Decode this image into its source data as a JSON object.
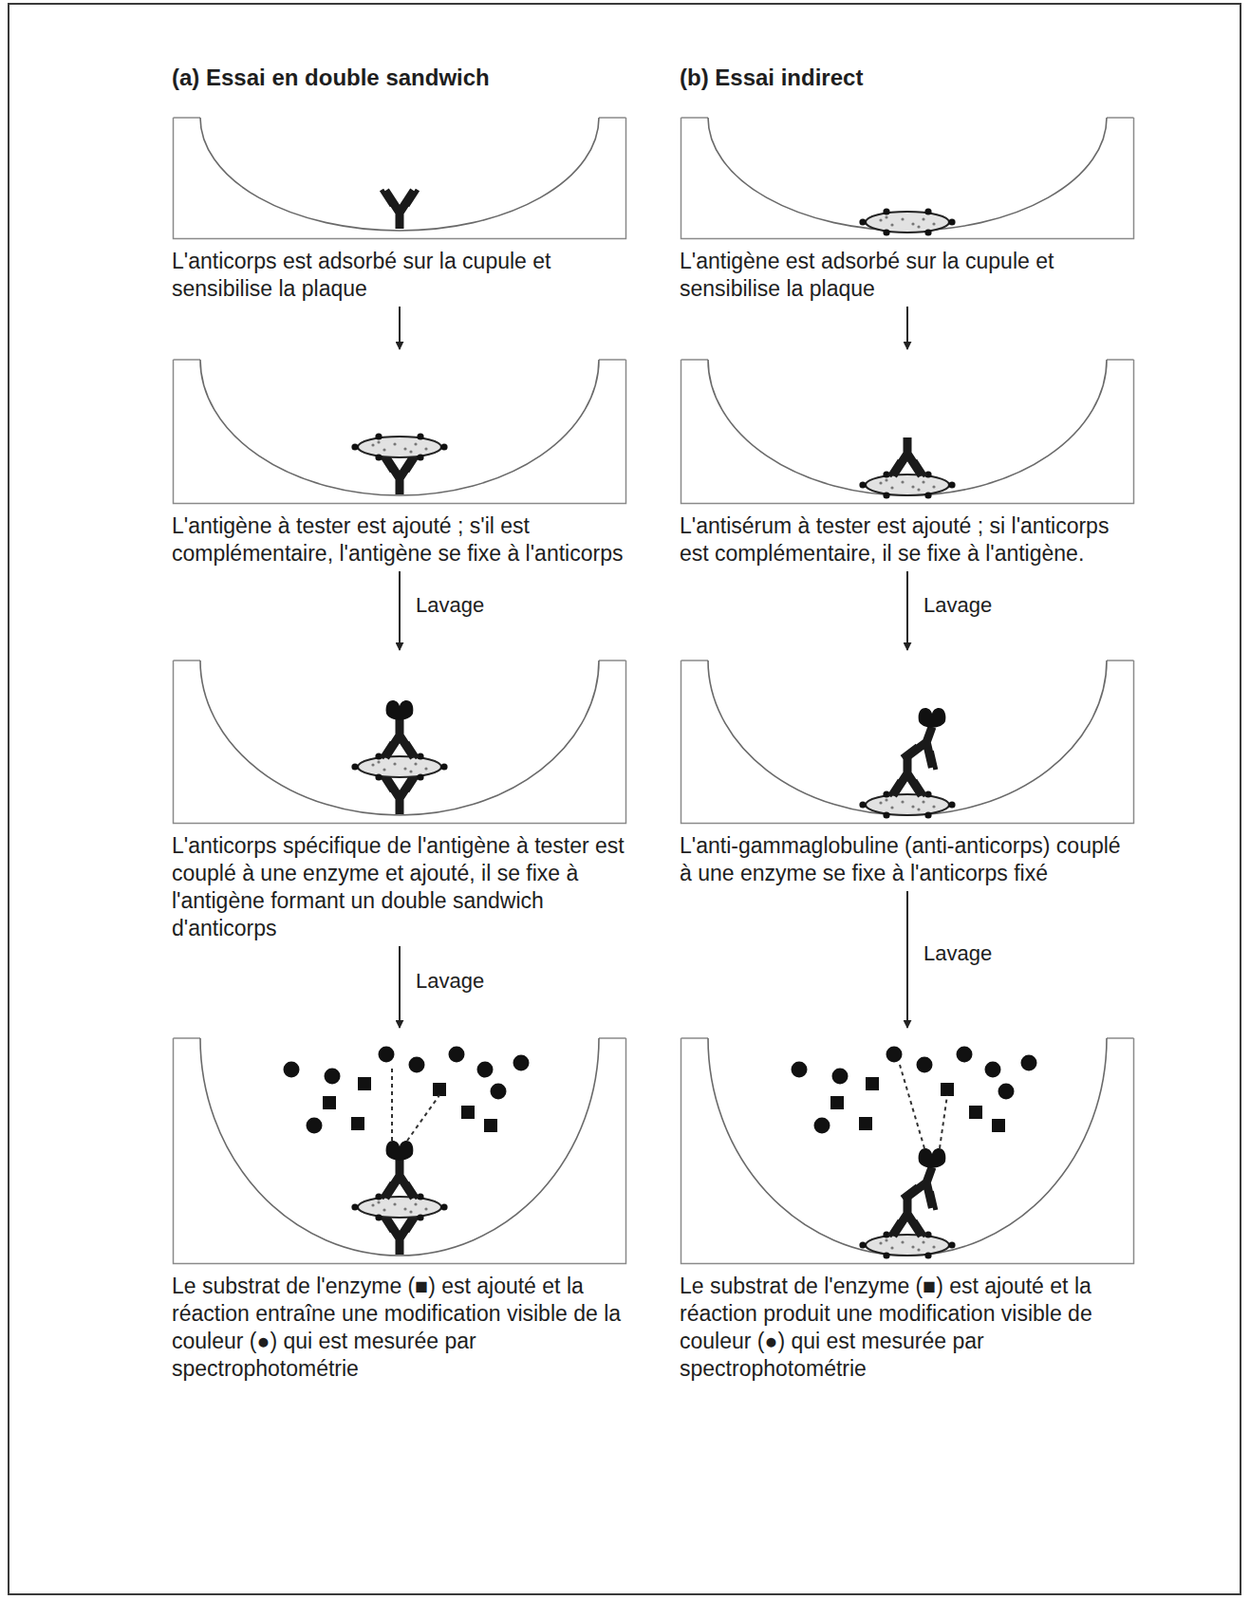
{
  "diagram": {
    "nodes": [
      {
        "text": [
          "L'anticorps est adsorbé sur la cupule et sensibilise la plaque"
        ]
      },
      {
        "text": [
          "L'antigène à tester est ajouté ; s'il est complémentaire, l'antigène se fixe à l'anticorps"
        ]
      },
      {
        "text": [
          "L'anticorps spécifique de l'antigène à tester est couplé à une enzyme et ajouté, il se fixe à l'antigène formant un double sandwich d'anticorps"
        ]
      },
      {
        "text": [
          "Le substrat de l'enzyme (■) est ajouté et la réaction entraîne une modification visible de la couleur (●) qui est mesurée par spectrophotométrie"
        ]
      },
      {
        "text": [
          "L'antigène est adsorbé sur la cupule et sensibilise la plaque"
        ]
      },
      {
        "text": [
          "L'antisérum à tester est ajouté ; si l'anticorps est complémentaire, il se fixe à l'antigène."
        ]
      },
      {
        "text": [
          "L'anti-gammaglobuline (anti-anticorps) couplé à une enzyme se fixe à l'anticorps fixé"
        ]
      },
      {
        "text": [
          "Le substrat de l'enzyme (■) est ajouté et la réaction produit une modification visible de couleur (●) qui est mesurée par spectrophotométrie"
        ]
      }
    ],
    "edges": [
      {
        "from": 0,
        "to": 1,
        "arrow": "to"
      },
      {
        "from": 1,
        "to": 2,
        "label": "Lavage",
        "arrow": "to"
      },
      {
        "from": 2,
        "to": 3,
        "label": "Lavage",
        "arrow": "to"
      },
      {
        "from": 4,
        "to": 5,
        "arrow": "to"
      },
      {
        "from": 5,
        "to": 6,
        "label": "Lavage",
        "arrow": "to"
      },
      {
        "from": 6,
        "to": 7,
        "label": "Lavage",
        "arrow": "to"
      }
    ],
    "labels": [
      "(a) Essai en double sandwich",
      "(b) Essai indirect"
    ]
  }
}
